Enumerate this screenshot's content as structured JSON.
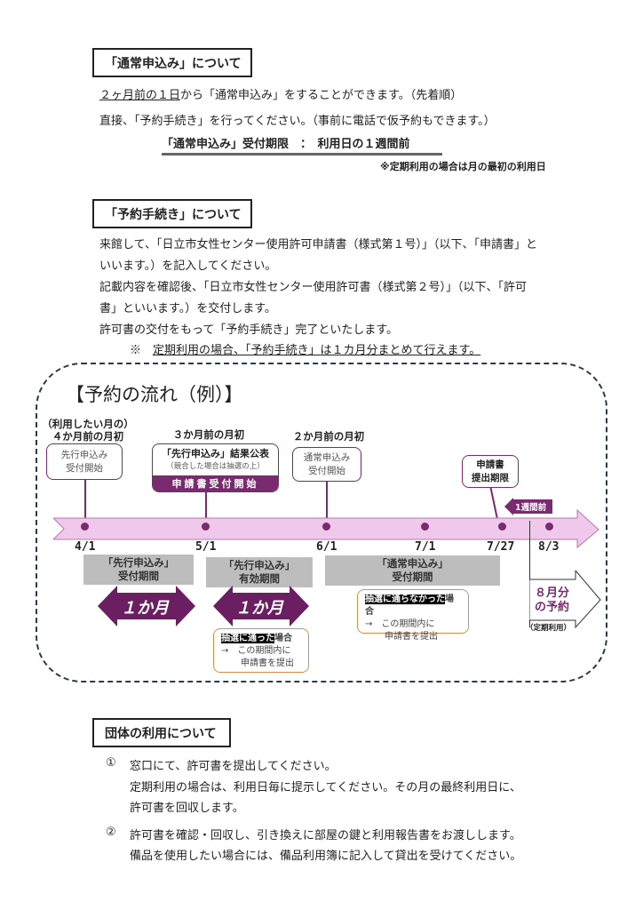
{
  "section1": {
    "heading": "「通常申込み」について",
    "line1_underlined": "２ヶ月前の１日",
    "line1_rest": "から「通常申込み」をすることができます。（先着順）",
    "line2": "直接、「予約手続き」を行ってください。（事前に電話で仮予約もできます。）",
    "deadline": "「通常申込み」受付期限　：　利用日の１週間前",
    "note": "※定期利用の場合は月の最初の利用日"
  },
  "section2": {
    "heading": "「予約手続き」について",
    "lines": [
      "来館して、「日立市女性センター使用許可申請書（様式第１号）」（以下、「申請書」と",
      "いいます。）を記入してください。",
      "記載内容を確認後、「日立市女性センター使用許可書（様式第２号）」（以下、「許可",
      "書」といいます。）を交付します。",
      "許可書の交付をもって「予約手続き」完了といたします。"
    ],
    "note_mark": "※",
    "note": "定期利用の場合、「予約手続き」は１カ月分まとめて行えます。"
  },
  "flow": {
    "title": "【予約の流れ（例）】",
    "labels": {
      "m4_a": "（利用したい月の）",
      "m4_b": "４か月前の月初",
      "m3": "３か月前の月初",
      "m2": "２か月前の月初"
    },
    "box_advance_start": [
      "先行申込み",
      "受付開始"
    ],
    "box_result": [
      "「先行申込み」結果公表",
      "（競合した場合は抽選の上）"
    ],
    "box_result_band": "申請書受付開始",
    "box_normal_start": [
      "通常申込み",
      "受付開始"
    ],
    "box_deadline": [
      "申請書",
      "提出期限"
    ],
    "week_before": "1週間前",
    "dates": [
      "4/1",
      "5/1",
      "6/1",
      "7/1",
      "7/27",
      "8/3"
    ],
    "period1": [
      "「先行申込み」",
      "受付期間"
    ],
    "period2": [
      "「先行申込み」",
      "有効期間"
    ],
    "period3": [
      "「通常申込み」",
      "受付期間"
    ],
    "one_month": "１か月",
    "won_hl": "抽選に通った",
    "won_rest": "場合",
    "lost_hl": "抽選に通らなかった",
    "lost_rest": "場合",
    "submit": [
      "→　この期間内に",
      "申請書を提出"
    ],
    "august": [
      "８月分",
      "の予約"
    ],
    "regular": "（定期利用）",
    "accent": "#7a2a6e",
    "band": "#f0c8ec"
  },
  "section3": {
    "heading": "団体の利用について",
    "items": [
      {
        "num": "①",
        "lines": [
          "窓口にて、許可書を提出してください。",
          "定期利用の場合は、利用日毎に提示してください。その月の最終利用日に、",
          "許可書を回収します。"
        ]
      },
      {
        "num": "②",
        "lines": [
          "許可書を確認・回収し、引き換えに部屋の鍵と利用報告書をお渡しします。",
          "備品を使用したい場合には、備品利用簿に記入して貸出を受けてください。"
        ]
      }
    ]
  }
}
